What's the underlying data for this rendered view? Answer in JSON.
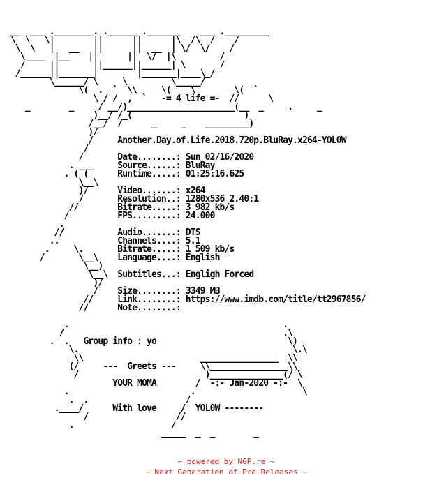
{
  "nfo": {
    "lines": [
      "",
      " __  ___ .________. .______ ._______    ___ ._________",
      " \\  \\   \\|        ||      ||      |\\  /\\  /    /",
      "  \\  \\   |   __   ||      ||  __  | \\/  \\/    /",
      "   \\____  |__    ||      ||  \\/  |\\         /",
      "   /     ||       ||______||______| \\       /",
      "  /______||_______|        |_______|____\\_/",
      "         \\______/ \\     \\         \\_____/",
      "               \\(  .  `  \\\\     \\(    \\        \\(  `",
      "                  \\ / /  ,  `   -= 4 life =-  //      \\  ",
      "    _        _     / __/)______________________(__  _     .     _",
      "                  )__/ /_(                       )",
      "                 /__/  /      _     _    _________)",
      "                 )/",
      "                 /     Another.Day.of.Life.2018.720p.BluRay.x264-YOL0W",
      "                /",
      "               /       Date........: Sun 02/16/2020",
      "             . ___     Source......: BluRay",
      "            . ( (      Runtime.....: 01:25:16.625",
      "               \\__\\",
      "               )/      Video.......: x264",
      "               /       Resolution..: 1280x536 2.40:1",
      "             //        Bitrate.....: 3 982 kb/s",
      "            /          FPS.........: 24.000",
      "           .",
      "          //           Audio.......: DTS",
      "         ..            Channels....: 5.1",
      "        .     \\.       Bitrate.....: 1 509 kb/s",
      "       /       \\__\\    Language....: English",
      "                \\__)",
      "                 \\__\\  Subtitles...: Engligh Forced",
      "                  )/",
      "                  /    Size........: 3349 MB",
      "                //     Link........: https://www.imdb.com/title/tt2967856/",
      "               //      Note........:",
      "",
      "            .                                            .",
      "           /                                             .\\",
      "         .  .   Group info : yo                           \\)",
      "             \\.                                            \\.\\",
      "              \\\\                        ________________  \\\\",
      "             (/     ---  Greets ---     \\\\________________\\\\",
      "              /                          )_______________(/ \\",
      "                      YOUR MOMA        /  -:- Jan-2020 -:-  \\",
      "            .                         .                      \\",
      "             .  .                    /",
      "          .____/      With love     /  YOL0W --------",
      "                /                  //",
      "             .                    /",
      "                                _____  _  _        _"
    ]
  },
  "footer": {
    "line1": "~ powered by NGP.re ~",
    "line2": "~ Next Generation of Pre Releases ~"
  }
}
